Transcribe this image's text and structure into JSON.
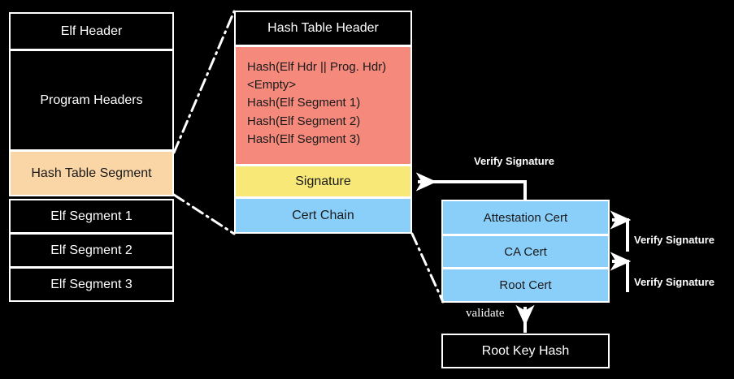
{
  "elf_stack": {
    "items": [
      {
        "label": "Elf Header",
        "style": "dark"
      },
      {
        "label": "Program Headers",
        "style": "dark"
      },
      {
        "label": "Hash Table Segment",
        "style": "orange"
      },
      {
        "label": "Elf Segment 1",
        "style": "dark"
      },
      {
        "label": "Elf Segment 2",
        "style": "dark"
      },
      {
        "label": "Elf Segment 3",
        "style": "dark"
      }
    ]
  },
  "hash_table": {
    "header": "Hash Table Header",
    "hashes": [
      "Hash(Elf Hdr || Prog. Hdr)",
      "<Empty>",
      "Hash(Elf Segment 1)",
      "Hash(Elf Segment 2)",
      "Hash(Elf Segment 3)"
    ],
    "signature": "Signature",
    "cert_chain": "Cert Chain"
  },
  "cert_chain": {
    "items": [
      {
        "label": "Attestation Cert"
      },
      {
        "label": "CA Cert"
      },
      {
        "label": "Root Cert"
      }
    ]
  },
  "root_key": {
    "label": "Root Key Hash"
  },
  "labels": {
    "verify_signature_top": "Verify Signature",
    "verify_signature_mid": "Verify Signature",
    "verify_signature_bottom": "Verify Signature",
    "validate": "validate"
  },
  "colors": {
    "background": "#000000",
    "stroke": "#ffffff",
    "orange": "#fad5a5",
    "salmon": "#f4897c",
    "yellow": "#f8e878",
    "blue": "#8acffa",
    "dark": "#000000"
  }
}
